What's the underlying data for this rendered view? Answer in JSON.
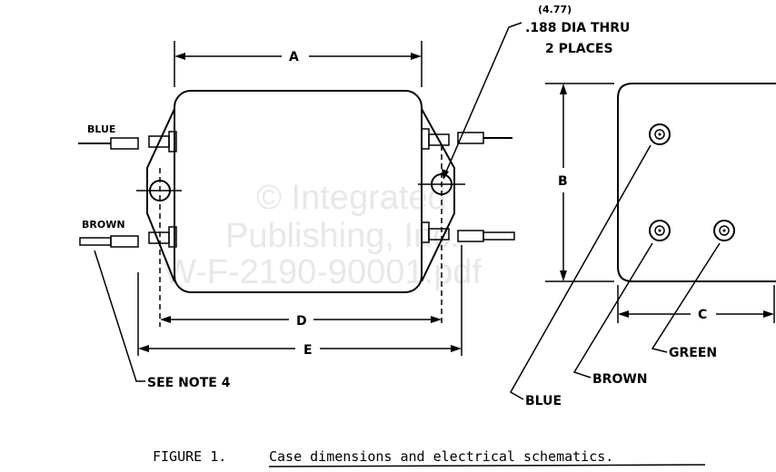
{
  "figure": {
    "hole_note": {
      "metric": "(4.77)",
      "size": ".188 DIA THRU",
      "count": "2 PLACES"
    },
    "dimensions": {
      "a": "A",
      "b": "B",
      "c": "C",
      "d": "D",
      "e": "E"
    },
    "wires_front": {
      "top": "BLUE",
      "bottom": "BROWN"
    },
    "note": "SEE NOTE 4",
    "terminals_side": {
      "blue": "BLUE",
      "brown": "BROWN",
      "green": "GREEN"
    },
    "watermark": [
      "© Integrated",
      "Publishing, Inc.",
      "W-F-2190-90001.pdf"
    ],
    "caption_number": "FIGURE 1.",
    "caption_text": "Case dimensions and electrical schematics."
  }
}
